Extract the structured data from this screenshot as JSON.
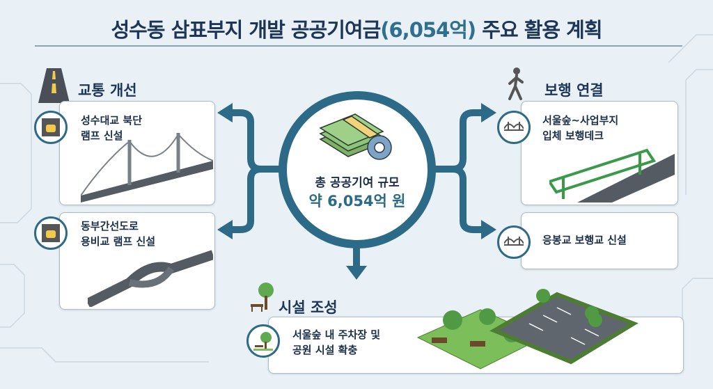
{
  "title": {
    "prefix": "성수동 삼표부지 개발 공공기여금",
    "highlight": "(6,054억)",
    "suffix": " 주요 활용 계획"
  },
  "center": {
    "label": "총 공공기여 규모",
    "value": "약 6,054억 원",
    "icon": "money-gear-icon"
  },
  "sections": {
    "traffic": {
      "title": "교통 개선",
      "icon": "road-icon",
      "items": [
        {
          "line1": "성수대교 북단",
          "line2": "램프 신설",
          "icon": "car-icon"
        },
        {
          "line1": "동부간선도로",
          "line2": "용비교 램프 신설",
          "icon": "car-icon"
        }
      ]
    },
    "pedestrian": {
      "title": "보행 연결",
      "icon": "walking-person-icon",
      "items": [
        {
          "line1": "서울숲~사업부지",
          "line2": "입체 보행데크",
          "icon": "bridge-icon"
        },
        {
          "line1": "응봉교 보행교 신설",
          "icon": "bridge-icon"
        }
      ]
    },
    "facility": {
      "title": "시설 조성",
      "icon": "park-bench-icon",
      "items": [
        {
          "line1": "서울숲 내 주차장 및",
          "line2": "공원 시설 확충",
          "icon": "park-icon"
        }
      ]
    }
  },
  "colors": {
    "navy": "#1d3557",
    "teal": "#2c6a87",
    "background": "#e9f1f6"
  }
}
